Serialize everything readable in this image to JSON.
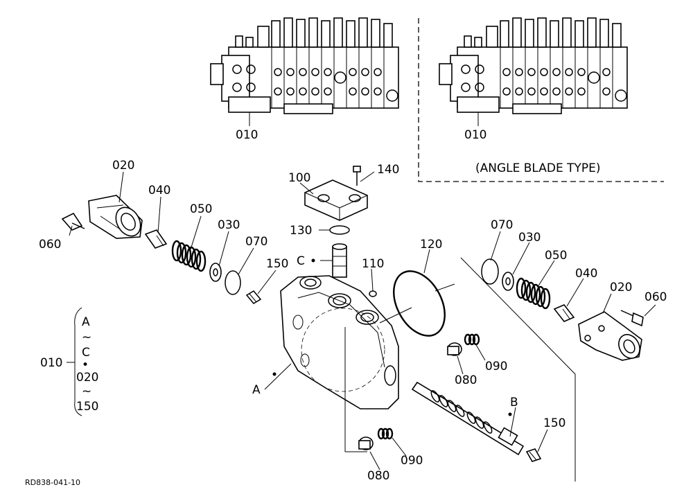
{
  "labels": {
    "l010_left": "010",
    "l010_right": "010",
    "angle_blade": "(ANGLE BLADE TYPE)",
    "l020_left": "020",
    "l040_left": "040",
    "l050_left": "050",
    "l030_left": "030",
    "l070_left": "070",
    "l060_left": "060",
    "l150_left": "150",
    "l100": "100",
    "l140": "140",
    "l130": "130",
    "lC": "C",
    "l110": "110",
    "l120": "120",
    "l070_right": "070",
    "l030_right": "030",
    "l050_right": "050",
    "l040_right": "040",
    "l020_right": "020",
    "l060_right": "060",
    "l090_upper": "090",
    "l080_upper": "080",
    "lA": "A",
    "lB": "B",
    "l150_right": "150",
    "l090_lower": "090",
    "l080_lower": "080",
    "drawing_number": "RD838-041-10"
  },
  "bracket": {
    "label": "010",
    "lines": [
      "A",
      "~",
      "C",
      "•",
      "020",
      "~",
      "150"
    ]
  },
  "colors": {
    "ink": "#000000",
    "paper": "#ffffff"
  }
}
